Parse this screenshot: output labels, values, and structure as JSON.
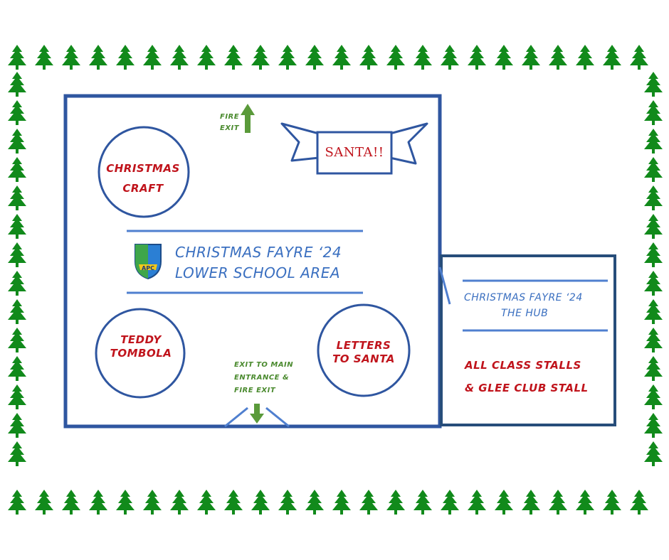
{
  "colors": {
    "tree": "#118a1b",
    "border_blue": "#2f56a0",
    "hub_blue": "#274d7a",
    "rule_blue": "#4f7fcf",
    "text_red": "#c0141c",
    "text_blue": "#3a6fc0",
    "arrow_green": "#5a9a3a"
  },
  "icons": {
    "border": "christmas-tree-icon",
    "arrows": "arrow-icon",
    "crest": "school-crest-icon"
  },
  "lower_school": {
    "fire_exit_line1": "FIRE",
    "fire_exit_line2": "EXIT",
    "santa_banner": "SANTA!!",
    "craft_line1": "CHRISTMAS",
    "craft_line2": "CRAFT",
    "title_line1": "CHRISTMAS FAYRE ‘24",
    "title_line2": "LOWER SCHOOL AREA",
    "crest_text": "APC",
    "teddy_line1": "TEDDY",
    "teddy_line2": "TOMBOLA",
    "letters_line1": "LETTERS",
    "letters_line2": "TO SANTA",
    "exit_main_line1": "EXIT TO MAIN",
    "exit_main_line2": "ENTRANCE &",
    "exit_main_line3": "FIRE EXIT"
  },
  "hub": {
    "title_line1": "CHRISTMAS FAYRE ‘24",
    "title_line2": "THE HUB",
    "stalls_line1": "ALL CLASS STALLS",
    "stalls_line2": "& GLEE CLUB STALL"
  }
}
